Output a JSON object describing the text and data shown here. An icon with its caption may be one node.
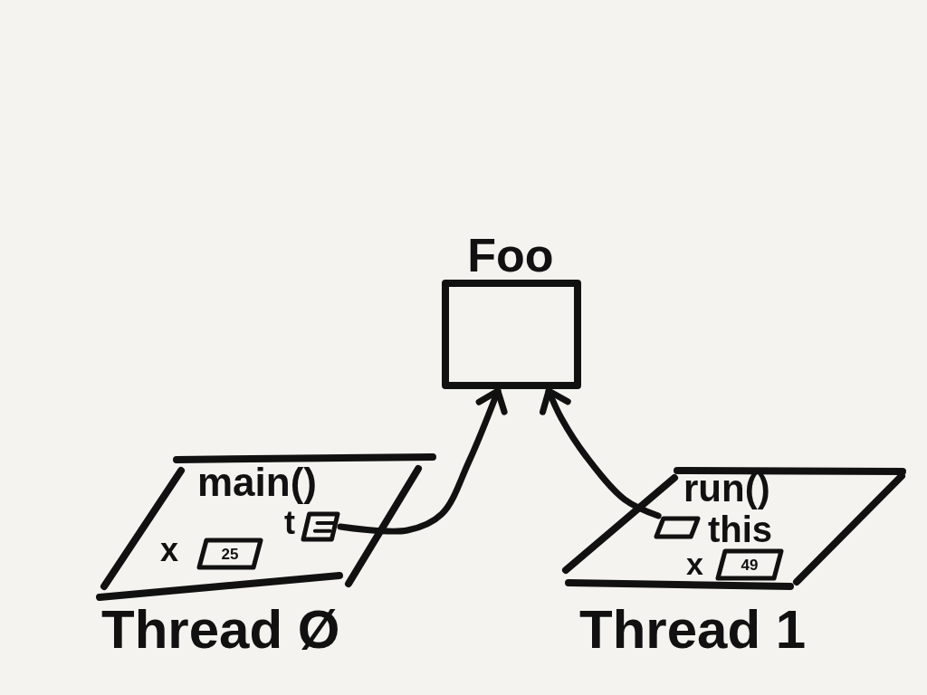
{
  "diagram": {
    "nodes": [
      {
        "text": [
          "Foo"
        ]
      },
      {
        "text": [
          "main()"
        ],
        "beside": [
          "Thread Ø"
        ]
      },
      {
        "text": [],
        "shape": "box",
        "in": 1,
        "beside": [
          "t"
        ]
      },
      {
        "text": [
          "25"
        ],
        "in": 1,
        "beside": [
          "x"
        ]
      },
      {
        "text": [
          "run()"
        ],
        "beside": [
          "Thread 1"
        ]
      },
      {
        "text": [],
        "shape": "box",
        "in": 4,
        "beside": [
          "this"
        ]
      },
      {
        "text": [
          "49"
        ],
        "in": 4,
        "beside": [
          "x"
        ]
      }
    ],
    "edges": [
      {
        "from": 2,
        "to": 0,
        "arrow": "to"
      },
      {
        "from": 5,
        "to": 0,
        "arrow": "to"
      }
    ]
  }
}
